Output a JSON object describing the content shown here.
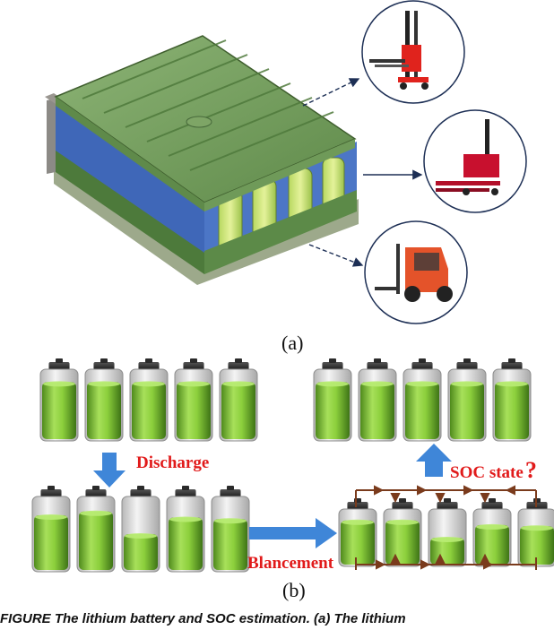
{
  "panel_a_label": "(a)",
  "panel_b_label": "(b)",
  "discharge_label": "Discharge",
  "soc_label": "SOC state",
  "question_mark": "?",
  "balance_label": "Blancement",
  "caption_text": "FIGURE   The lithium battery and SOC estimation. (a) The lithium",
  "colors": {
    "accent_red": "#e11a1a",
    "arrow_blue": "#3f86d8",
    "battery_green": "#86c93a",
    "wire_brown": "#7a3b1c",
    "pack_green": "#6f9a59",
    "pack_blue": "#3f67b8"
  },
  "batteries": {
    "top_left_levels": [
      0.82,
      0.82,
      0.82,
      0.82,
      0.82
    ],
    "top_right_levels": [
      0.82,
      0.82,
      0.82,
      0.82,
      0.82
    ],
    "discharged_levels": [
      0.75,
      0.8,
      0.5,
      0.72,
      0.7
    ],
    "balancing_levels": [
      0.8,
      0.8,
      0.5,
      0.72,
      0.7
    ]
  },
  "icons": {
    "forklift_1": "stacker-forklift-icon",
    "forklift_2": "pallet-truck-icon",
    "forklift_3": "counterbalance-forklift-icon"
  }
}
